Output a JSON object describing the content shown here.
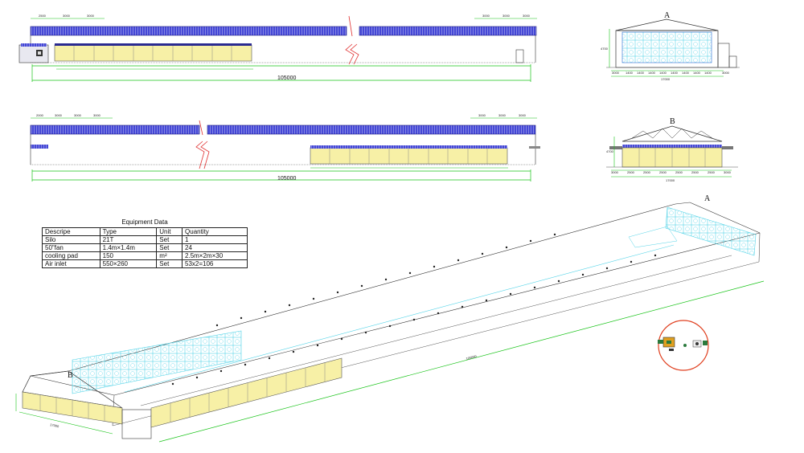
{
  "equipment": {
    "title": "Equipment Data",
    "headers": [
      "Descripe",
      "Type",
      "Unit",
      "Quantity"
    ],
    "rows": [
      [
        "Silo",
        "21T",
        "Set",
        "1"
      ],
      [
        "50\"fan",
        "1.4m×1.4m",
        "Set",
        "24"
      ],
      [
        "cooling pad",
        "150",
        "m²",
        "2.5m×2m×30"
      ],
      [
        "Air inlet",
        "550×260",
        "Set",
        "53x2=106"
      ]
    ]
  },
  "labels": {
    "end_a_elevation": "A",
    "end_b_elevation": "B",
    "end_a_3d": "A",
    "end_b_3d": "B"
  },
  "dimensions": {
    "top_total_length": "105000",
    "bottom_total_length": "105000",
    "top_segments_left": [
      "2500",
      "3000",
      "3000"
    ],
    "top_segments_right": [
      "3000",
      "3000",
      "3000"
    ],
    "bottom_segments_left": [
      "2000",
      "3000",
      "3000",
      "3000"
    ],
    "bottom_segments_right": [
      "3000",
      "3000",
      "3000"
    ],
    "end_a_bottom": [
      "3000",
      "1400",
      "1400",
      "1400",
      "1400",
      "1400",
      "1400",
      "1400",
      "1400",
      "3000"
    ],
    "end_a_total": "17000",
    "end_b_bottom": [
      "3000",
      "2500",
      "2500",
      "2500",
      "2500",
      "2500",
      "2500",
      "3000"
    ],
    "end_b_total": "17000",
    "height_a": "4700",
    "height_b": "4700",
    "iso_length": "105000",
    "iso_width": "17000"
  },
  "colors": {
    "roof": "#3a3cc8",
    "pad": "#f7f0a6",
    "dim": "#19c419",
    "fan": "#55d4e8",
    "silo_circle": "#e04020"
  }
}
